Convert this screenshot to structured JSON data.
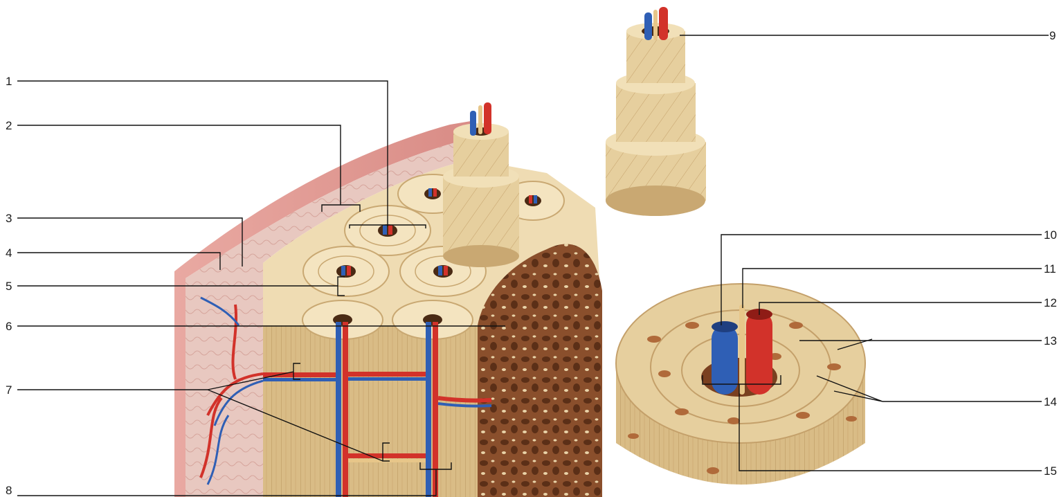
{
  "labels": [
    "1",
    "2",
    "3",
    "4",
    "5",
    "6",
    "7",
    "8",
    "9",
    "10",
    "11",
    "12",
    "13",
    "14",
    "15"
  ],
  "colors": {
    "bone": "#e8d2a4",
    "bone_dark": "#c9a872",
    "bone_light": "#f5e6c4",
    "periosteum": "#e9a9a2",
    "spongy": "#8a4f2c",
    "artery": "#d2322a",
    "vein": "#2f5fb5",
    "nerve": "#e7c689",
    "leader": "#111111"
  }
}
